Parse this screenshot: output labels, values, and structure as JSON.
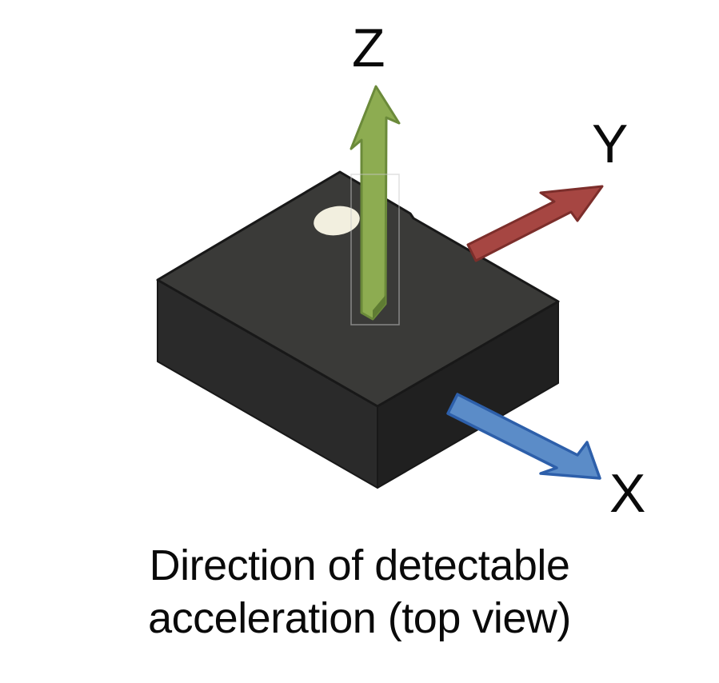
{
  "figure": {
    "axis_labels": {
      "z": "Z",
      "y": "Y",
      "x": "X"
    },
    "caption": {
      "line1": "Direction of detectable",
      "line2": "acceleration (top view)"
    },
    "colors": {
      "background": "#FFFFFF",
      "text": "#0A0A0A",
      "chip_top_face": "#3A3A38",
      "chip_left_face": "#2A2A2A",
      "chip_right_face": "#202020",
      "chip_edge": "#181818",
      "pin1_marker": "#F2EFDF",
      "z_axis_fill": "#8DAC51",
      "z_axis_stroke": "#6B8A3A",
      "z_axis_shade": "#5F7C33",
      "y_axis_fill": "#A64642",
      "y_axis_stroke": "#7C2E2B",
      "x_axis_fill": "#5B8CC8",
      "x_axis_stroke": "#2D5FAA",
      "guide_box": "#C9C9C9"
    }
  }
}
